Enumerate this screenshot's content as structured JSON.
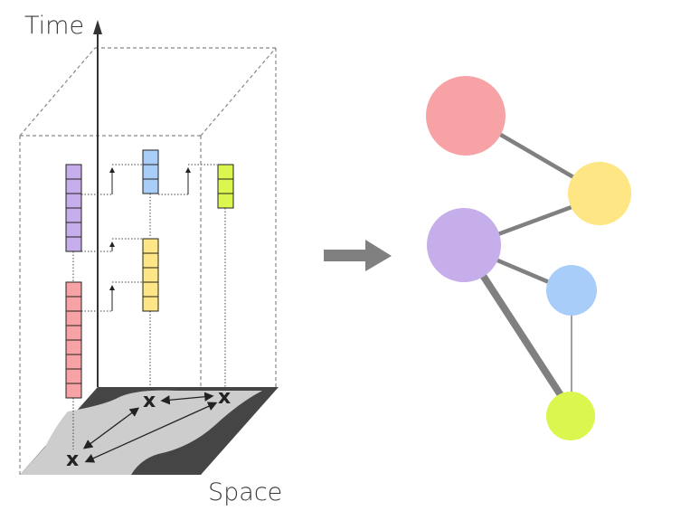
{
  "labels": {
    "time": "Time",
    "space": "Space",
    "location_marker": "x"
  },
  "colors": {
    "purple": "#c5aee9",
    "red": "#f7a3a6",
    "blue": "#a9cdf9",
    "yellow": "#fde683",
    "green": "#dcf650",
    "arrow": "#808080",
    "edge": "#808080",
    "map_dark": "#454545",
    "map_light": "#cdcdcd"
  },
  "series_stacks": [
    {
      "id": "purple",
      "cells": 6
    },
    {
      "id": "red",
      "cells": 8
    },
    {
      "id": "blue",
      "cells": 3
    },
    {
      "id": "yellow",
      "cells": 5
    },
    {
      "id": "green",
      "cells": 3
    }
  ],
  "graph": {
    "nodes": [
      "red",
      "yellow",
      "purple",
      "blue",
      "green"
    ],
    "edges": [
      {
        "from": "red",
        "to": "yellow",
        "weight": "medium"
      },
      {
        "from": "purple",
        "to": "yellow",
        "weight": "medium"
      },
      {
        "from": "purple",
        "to": "blue",
        "weight": "medium"
      },
      {
        "from": "purple",
        "to": "green",
        "weight": "thick"
      },
      {
        "from": "blue",
        "to": "green",
        "weight": "thin"
      }
    ]
  }
}
